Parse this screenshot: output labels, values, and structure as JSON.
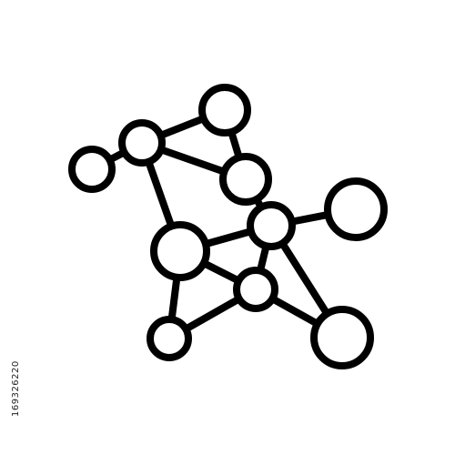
{
  "watermark": {
    "id_text": "169326220",
    "brand_mark": "stock-watermark"
  },
  "diagram": {
    "kind": "molecule-network-icon",
    "colors": {
      "stroke": "#000000",
      "fill": "#ffffff"
    },
    "nodes": [
      {
        "id": "n1",
        "name": "node-far-left"
      },
      {
        "id": "n2",
        "name": "node-upper-left"
      },
      {
        "id": "n3",
        "name": "node-top"
      },
      {
        "id": "n4",
        "name": "node-upper-middle"
      },
      {
        "id": "n5",
        "name": "node-center-right"
      },
      {
        "id": "n6",
        "name": "node-far-right"
      },
      {
        "id": "n7",
        "name": "node-center-large"
      },
      {
        "id": "n8",
        "name": "node-lower-middle"
      },
      {
        "id": "n9",
        "name": "node-bottom-left"
      },
      {
        "id": "n10",
        "name": "node-bottom-right"
      }
    ],
    "edges": [
      [
        "n1",
        "n2"
      ],
      [
        "n2",
        "n3"
      ],
      [
        "n2",
        "n4"
      ],
      [
        "n3",
        "n4"
      ],
      [
        "n2",
        "n7"
      ],
      [
        "n4",
        "n5"
      ],
      [
        "n5",
        "n6"
      ],
      [
        "n5",
        "n7"
      ],
      [
        "n5",
        "n8"
      ],
      [
        "n5",
        "n10"
      ],
      [
        "n7",
        "n8"
      ],
      [
        "n7",
        "n9"
      ],
      [
        "n8",
        "n9"
      ],
      [
        "n8",
        "n10"
      ]
    ]
  }
}
